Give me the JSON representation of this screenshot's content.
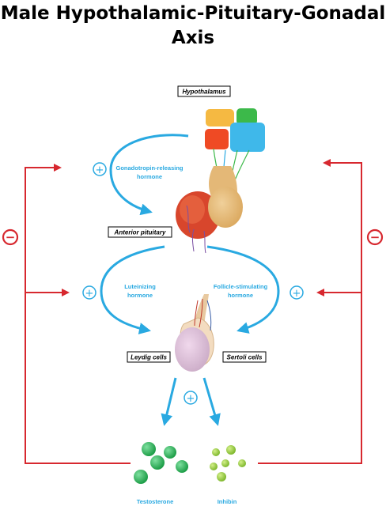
{
  "title_line1": "Male Hypothalamic-Pituitary-Gonadal",
  "title_line2": "Axis",
  "labels": {
    "hypothalamus": "Hypothalamus",
    "anterior_pituitary": "Anterior pituitary",
    "leydig": "Leydig cells",
    "sertoli": "Sertoli cells"
  },
  "hormones": {
    "gnrh_line1": "Gonadotropin-releasing",
    "gnrh_line2": "hormone",
    "lh_line1": "Luteinizing",
    "lh_line2": "hormone",
    "fsh_line1": "Follicle-stimulating",
    "fsh_line2": "hormone"
  },
  "products": {
    "testosterone": "Testosterone",
    "inhibin": "Inhibin"
  },
  "signs": {
    "positive": "+",
    "negative": "−"
  },
  "colors": {
    "stimulation": "#29a9e1",
    "inhibition": "#d7282f",
    "testosterone": "#2db356",
    "inhibin": "#8cc63f"
  }
}
